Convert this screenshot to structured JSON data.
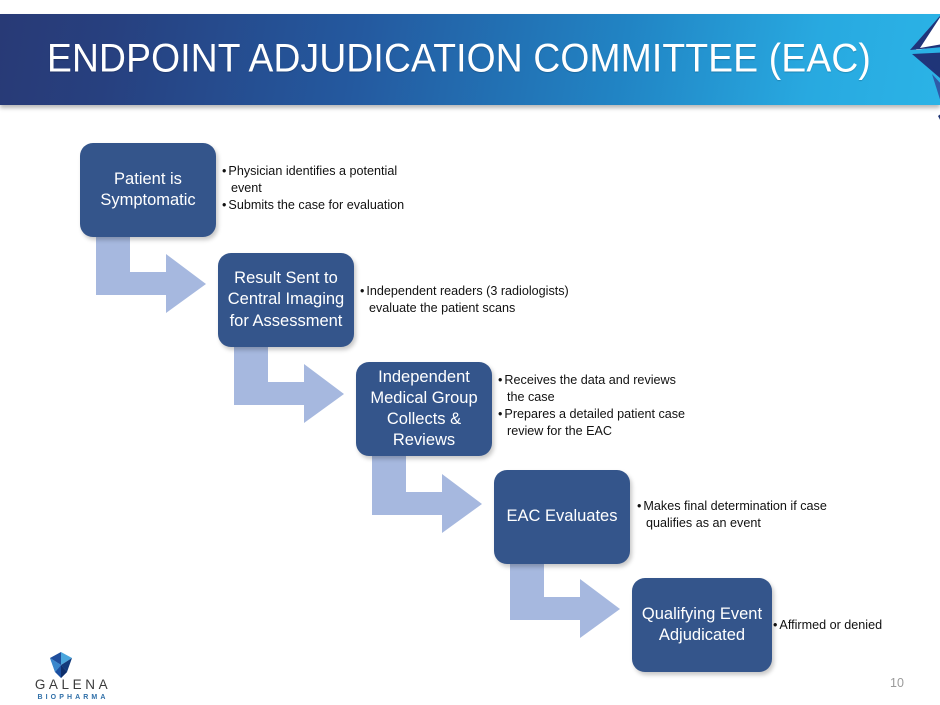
{
  "slide": {
    "title": "ENDPOINT ADJUDICATION COMMITTEE (EAC)",
    "page_number": "10",
    "colors": {
      "banner_start": "#283a76",
      "banner_end": "#2bb3e6",
      "box_fill": "#34558b",
      "arrow_fill": "#a6b8df",
      "box_text": "#ffffff",
      "bullet_text": "#111111",
      "page_number_text": "#9a9a9a"
    }
  },
  "flow": {
    "steps": [
      {
        "label_lines": [
          "Patient is",
          "Symptomatic"
        ],
        "bullets": [
          "Physician identifies a potential event",
          "Submits the case for evaluation"
        ]
      },
      {
        "label_lines": [
          "Result Sent to",
          "Central Imaging",
          "for Assessment"
        ],
        "bullets": [
          "Independent readers (3 radiologists) evaluate the patient scans"
        ]
      },
      {
        "label_lines": [
          "Independent",
          "Medical Group",
          "Collects &",
          "Reviews"
        ],
        "bullets": [
          "Receives the data and reviews the case",
          "Prepares a detailed patient case review for the EAC"
        ]
      },
      {
        "label_lines": [
          "EAC Evaluates"
        ],
        "bullets": [
          "Makes final determination if case qualifies as an event"
        ]
      },
      {
        "label_lines": [
          "Qualifying Event",
          "Adjudicated"
        ],
        "bullets": [
          "Affirmed or denied"
        ]
      }
    ]
  },
  "logo": {
    "name": "GALENA",
    "tagline": "BIOPHARMA"
  }
}
